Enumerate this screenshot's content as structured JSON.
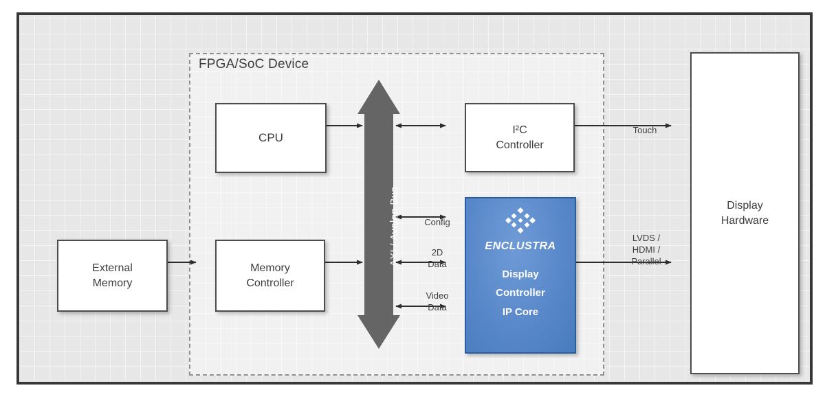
{
  "diagram": {
    "region_label": "FPGA/SoC Device",
    "bus": {
      "label": "AXI / Avalon Bus"
    },
    "blocks": {
      "cpu": {
        "label": "CPU"
      },
      "external_memory": {
        "label": "External\nMemory"
      },
      "memory_controller": {
        "label": "Memory\nController"
      },
      "i2c_controller": {
        "label": "I²C\nController"
      },
      "display_hardware": {
        "label": "Display\nHardware"
      },
      "ip_core": {
        "brand": "ENCLUSTRA",
        "label": "Display\nController\nIP Core"
      }
    },
    "connections": {
      "touch": {
        "label": "Touch"
      },
      "config": {
        "label": "Config"
      },
      "data_2d": {
        "label": "2D\nData"
      },
      "video_data": {
        "label": "Video\nData"
      },
      "display_out": {
        "label": "LVDS /\nHDMI /\nParallel"
      }
    },
    "colors": {
      "ip_core_blue": "#5988ca",
      "ip_core_border": "#2b5c9e",
      "bus_gray": "#656565",
      "line_dark": "#2d2d2d"
    }
  }
}
